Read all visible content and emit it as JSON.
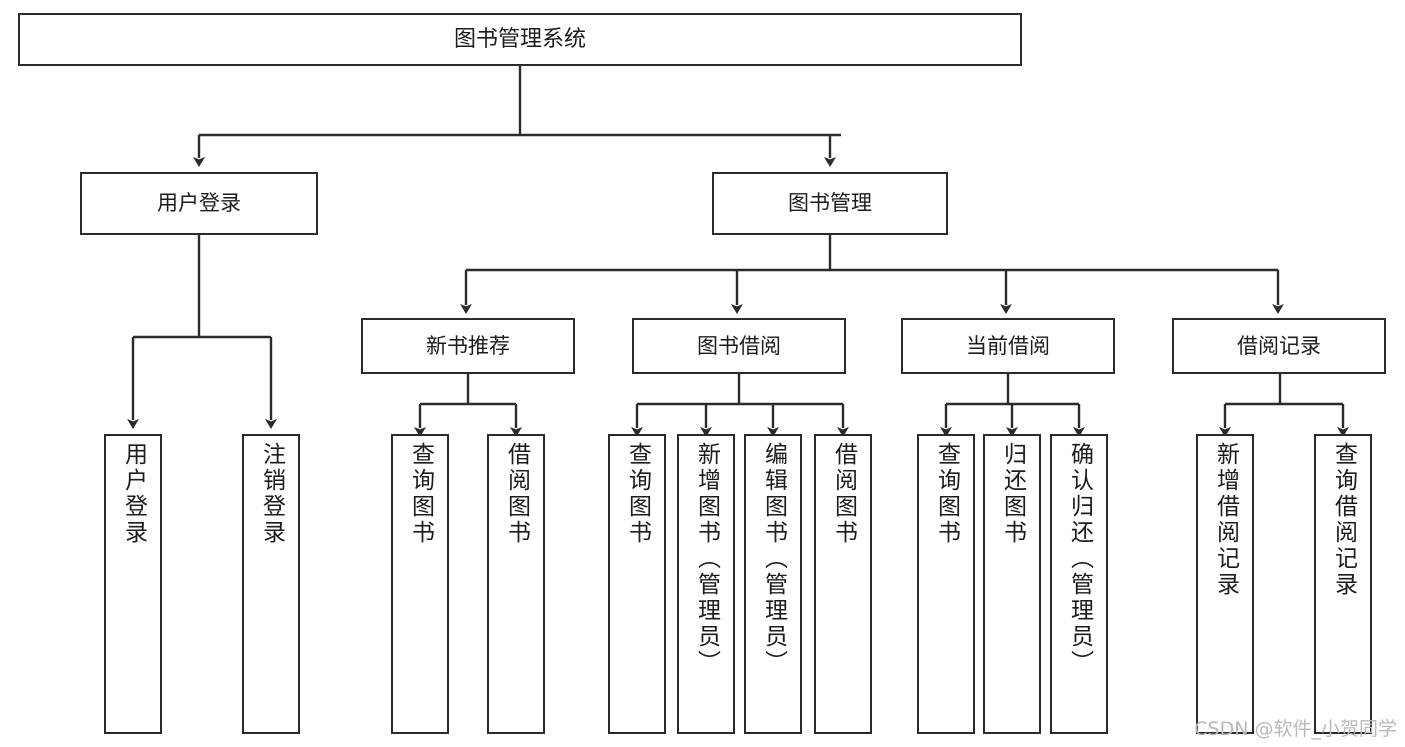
{
  "diagram": {
    "type": "tree-hierarchy",
    "title": "图书管理系统",
    "watermark": "CSDN @软件_小贺同学",
    "colors": {
      "background": "#ffffff",
      "border": "#2b2b2b",
      "edge": "#2b2b2b",
      "text": "#1c1c1c",
      "watermark": "#b9b9b9"
    },
    "nodes": {
      "root": {
        "label": "图书管理系统"
      },
      "level1": [
        {
          "id": "user-login",
          "label": "用户登录"
        },
        {
          "id": "book-manage",
          "label": "图书管理"
        }
      ],
      "level2": [
        {
          "id": "new-book-recommend",
          "label": "新书推荐"
        },
        {
          "id": "book-borrow",
          "label": "图书借阅"
        },
        {
          "id": "current-borrow",
          "label": "当前借阅"
        },
        {
          "id": "borrow-record",
          "label": "借阅记录"
        }
      ],
      "leaves": {
        "user_login": [
          {
            "id": "leaf-user-login",
            "label": "用户登录"
          },
          {
            "id": "leaf-logout-login",
            "label": "注销登录"
          }
        ],
        "new_book_recommend": [
          {
            "id": "leaf-query-book-1",
            "label": "查询图书"
          },
          {
            "id": "leaf-borrow-book-1",
            "label": "借阅图书"
          }
        ],
        "book_borrow": [
          {
            "id": "leaf-query-book-2",
            "label": "查询图书"
          },
          {
            "id": "leaf-add-book",
            "label": "新增图书（管理员）"
          },
          {
            "id": "leaf-edit-book",
            "label": "编辑图书（管理员）"
          },
          {
            "id": "leaf-borrow-book-2",
            "label": "借阅图书"
          }
        ],
        "current_borrow": [
          {
            "id": "leaf-query-book-3",
            "label": "查询图书"
          },
          {
            "id": "leaf-return-book",
            "label": "归还图书"
          },
          {
            "id": "leaf-confirm-return",
            "label": "确认归还（管理员）"
          }
        ],
        "borrow_record": [
          {
            "id": "leaf-add-record",
            "label": "新增借阅记录"
          },
          {
            "id": "leaf-query-record",
            "label": "查询借阅记录"
          }
        ]
      }
    }
  }
}
